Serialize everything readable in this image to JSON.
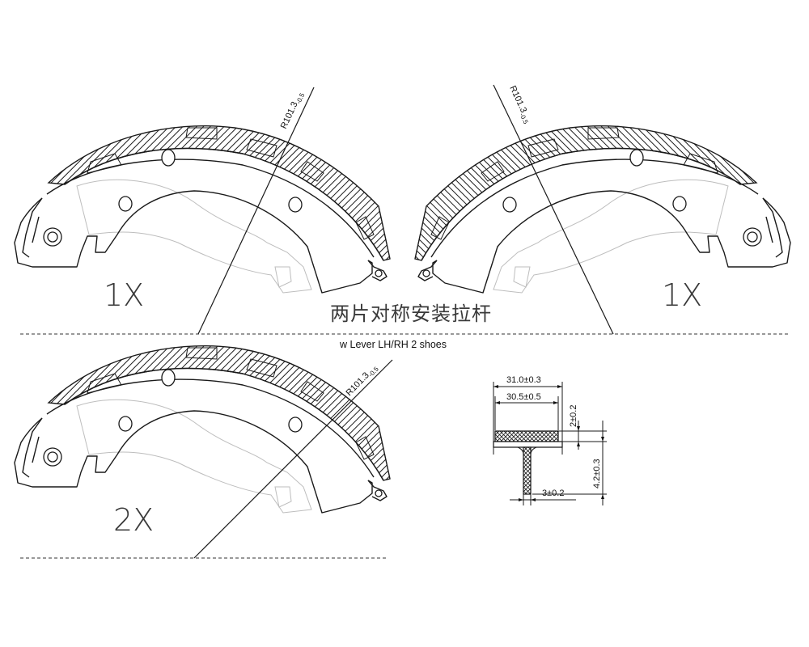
{
  "drawing": {
    "shoe_top_left": {
      "radius_label": "R101.3",
      "radius_tol": "0",
      "radius_tol_low": "-0.5",
      "quantity": "1X"
    },
    "shoe_top_right": {
      "radius_label": "R101.3",
      "radius_tol": "0",
      "radius_tol_low": "-0.5",
      "quantity": "1X"
    },
    "shoe_bottom": {
      "radius_label": "R101.3",
      "radius_tol": "0",
      "radius_tol_low": "-0.5",
      "quantity": "2X"
    },
    "chinese_note": "两片对称安装拉杆",
    "english_note": "w Lever  LH/RH 2  shoes",
    "section": {
      "outer_width": "31.0±0.3",
      "inner_width": "30.5±0.5",
      "lining_thickness": "2±0.2",
      "total_height": "4.2±0.3",
      "web_thickness": "3±0.2"
    }
  }
}
